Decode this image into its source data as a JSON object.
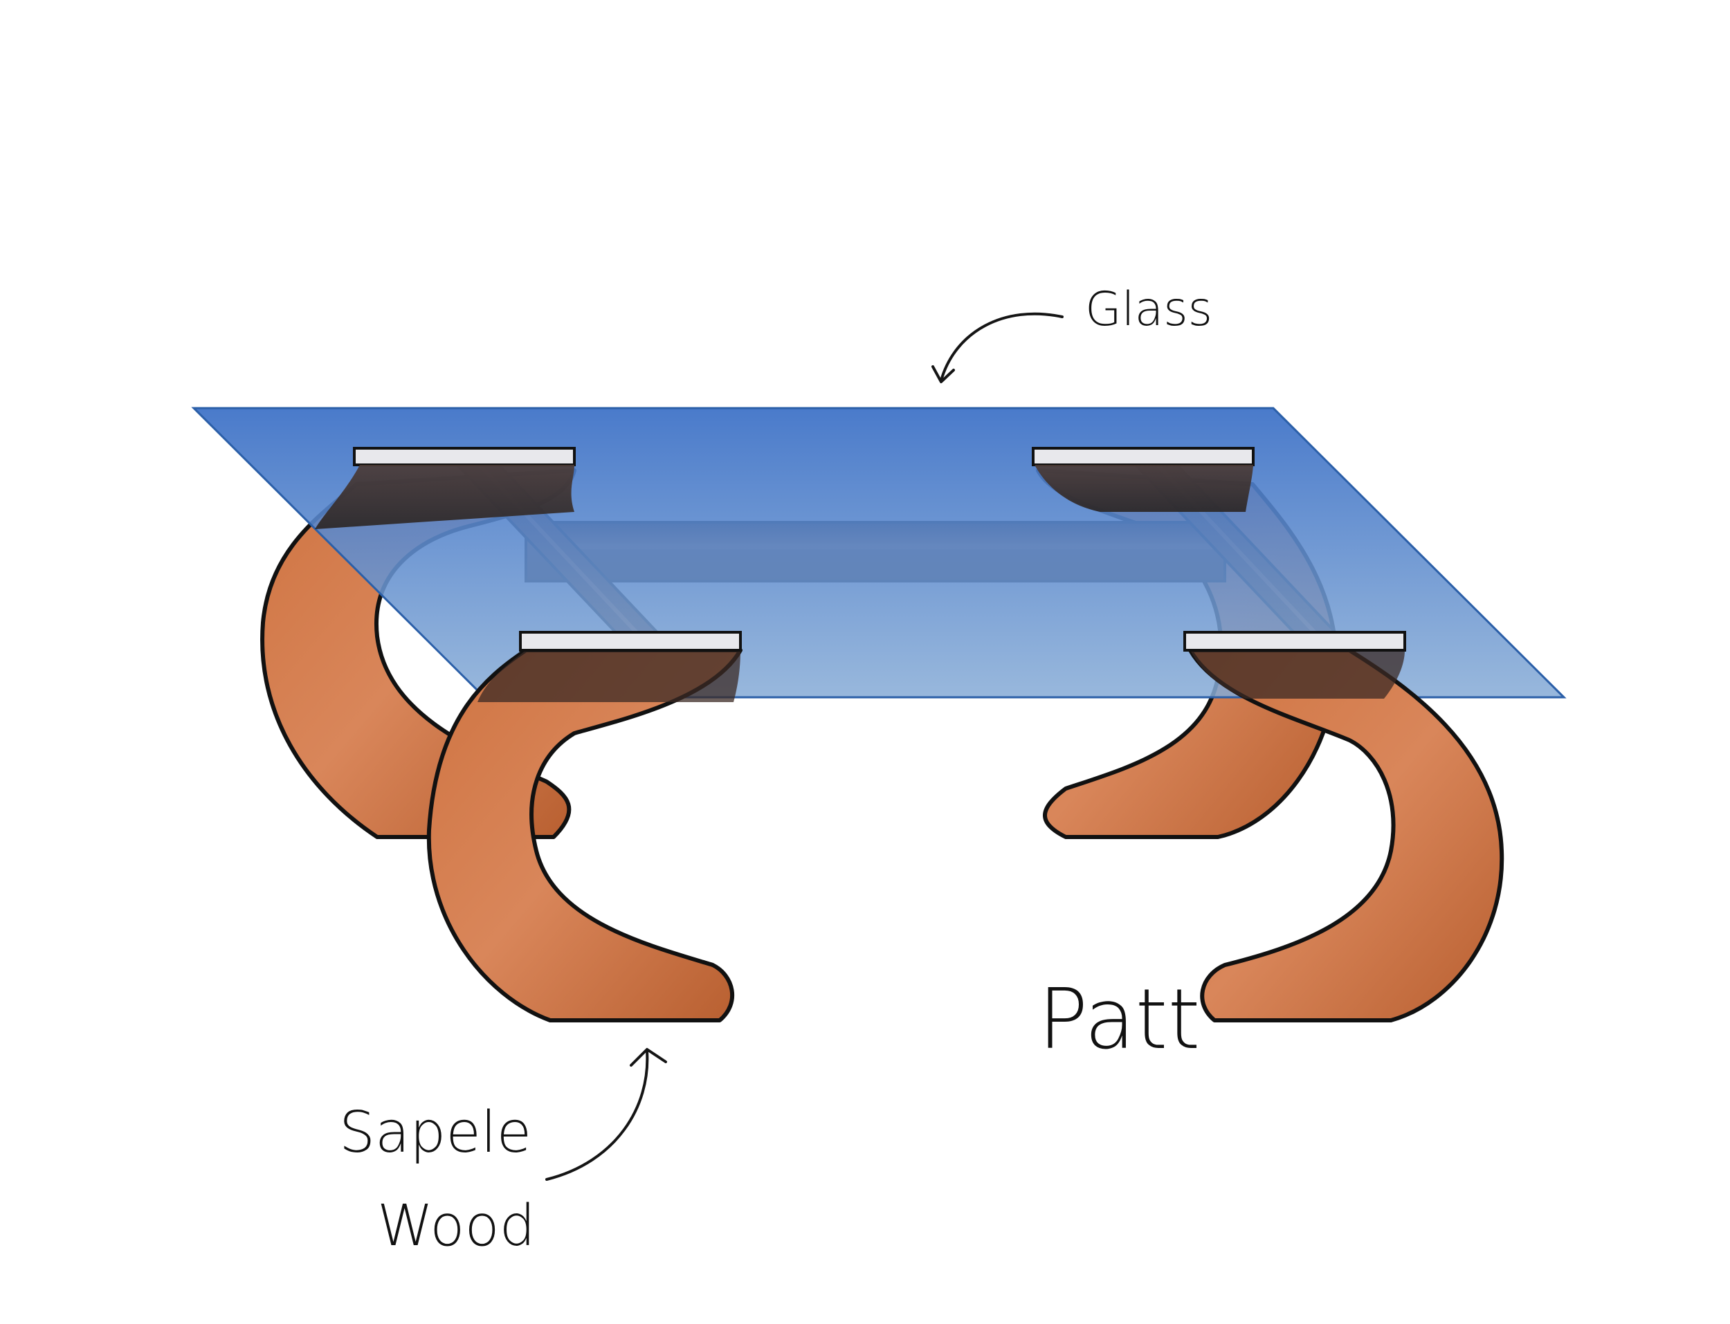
{
  "labels": {
    "glass": "Glass",
    "wood_line1": "Sapele",
    "wood_line2": "Wood",
    "signature": "Patt"
  },
  "colors": {
    "glass_top": "#3f74c7",
    "glass_bottom": "#7ea6d4",
    "wood_light": "#d47a45",
    "wood_mid": "#c46a38",
    "wood_dark": "#6b3b22",
    "ink": "#111111"
  }
}
